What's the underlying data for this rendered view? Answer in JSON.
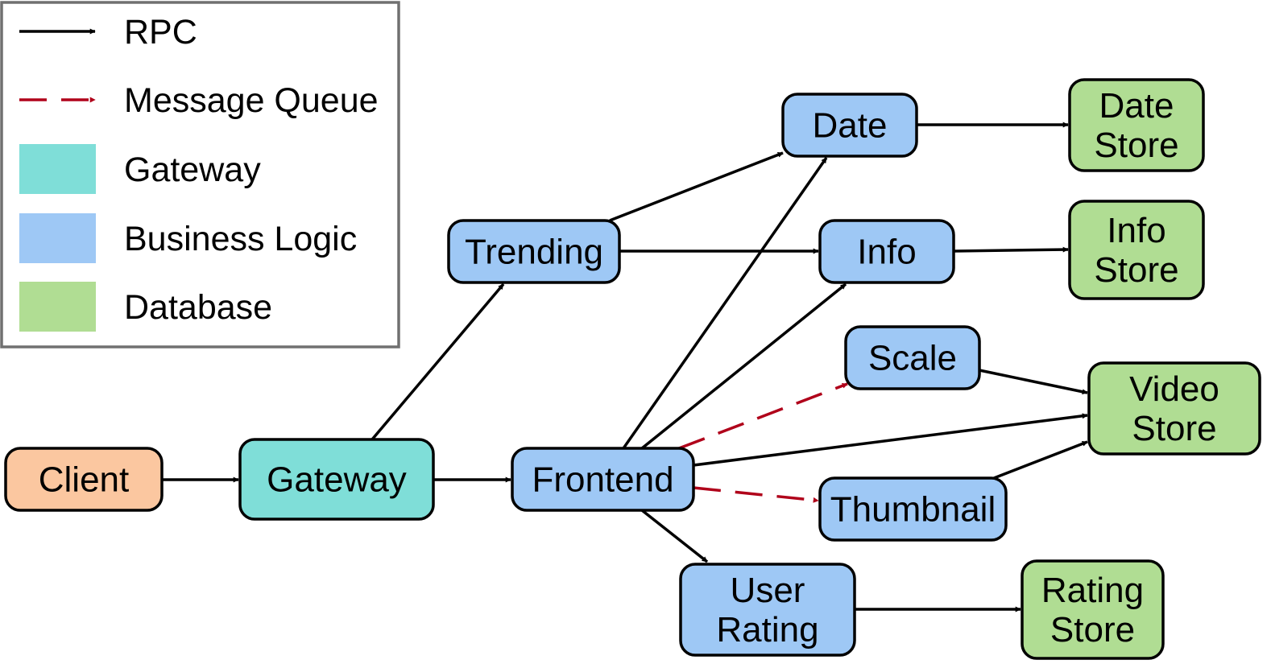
{
  "legend": {
    "rpc": "RPC",
    "message_queue": "Message Queue",
    "gateway": "Gateway",
    "business_logic": "Business Logic",
    "database": "Database"
  },
  "colors": {
    "client": "#fbc7a0",
    "gateway": "#7fded8",
    "business_logic": "#9ec8f5",
    "database": "#b0dd93",
    "rpc_edge": "#000000",
    "mq_edge": "#b0001a"
  },
  "nodes": {
    "client": {
      "lines": [
        "Client"
      ]
    },
    "gateway": {
      "lines": [
        "Gateway"
      ]
    },
    "frontend": {
      "lines": [
        "Frontend"
      ]
    },
    "trending": {
      "lines": [
        "Trending"
      ]
    },
    "date": {
      "lines": [
        "Date"
      ]
    },
    "info": {
      "lines": [
        "Info"
      ]
    },
    "scale": {
      "lines": [
        "Scale"
      ]
    },
    "thumbnail": {
      "lines": [
        "Thumbnail"
      ]
    },
    "user_rating": {
      "lines": [
        "User",
        "Rating"
      ]
    },
    "date_store": {
      "lines": [
        "Date",
        "Store"
      ]
    },
    "info_store": {
      "lines": [
        "Info",
        "Store"
      ]
    },
    "video_store": {
      "lines": [
        "Video",
        "Store"
      ]
    },
    "rating_store": {
      "lines": [
        "Rating",
        "Store"
      ]
    }
  },
  "edges": [
    {
      "from": "client",
      "to": "gateway",
      "type": "rpc"
    },
    {
      "from": "gateway",
      "to": "frontend",
      "type": "rpc"
    },
    {
      "from": "gateway",
      "to": "trending",
      "type": "rpc"
    },
    {
      "from": "trending",
      "to": "date",
      "type": "rpc"
    },
    {
      "from": "trending",
      "to": "info",
      "type": "rpc"
    },
    {
      "from": "frontend",
      "to": "date",
      "type": "rpc"
    },
    {
      "from": "frontend",
      "to": "info",
      "type": "rpc"
    },
    {
      "from": "frontend",
      "to": "scale",
      "type": "message_queue"
    },
    {
      "from": "frontend",
      "to": "video_store",
      "type": "rpc"
    },
    {
      "from": "frontend",
      "to": "thumbnail",
      "type": "message_queue"
    },
    {
      "from": "frontend",
      "to": "user_rating",
      "type": "rpc"
    },
    {
      "from": "date",
      "to": "date_store",
      "type": "rpc"
    },
    {
      "from": "info",
      "to": "info_store",
      "type": "rpc"
    },
    {
      "from": "scale",
      "to": "video_store",
      "type": "rpc"
    },
    {
      "from": "thumbnail",
      "to": "video_store",
      "type": "rpc"
    },
    {
      "from": "user_rating",
      "to": "rating_store",
      "type": "rpc"
    }
  ]
}
